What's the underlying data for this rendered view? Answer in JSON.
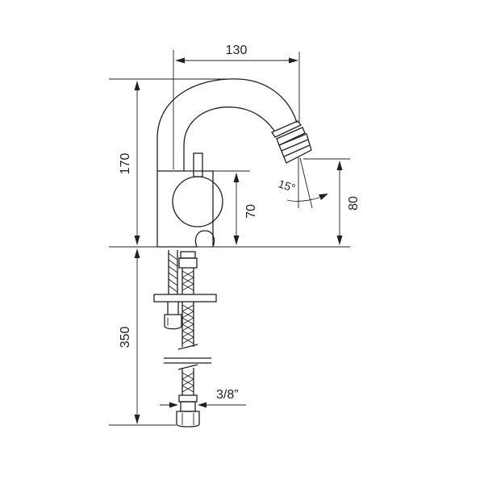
{
  "dimensions": {
    "spout_reach": "130",
    "total_height": "170",
    "outlet_height": "80",
    "lever_height": "70",
    "hose_length": "350",
    "connection_size": "3/8”",
    "spout_angle": "15°"
  },
  "colors": {
    "ink": "#231f20",
    "background": "#ffffff"
  }
}
